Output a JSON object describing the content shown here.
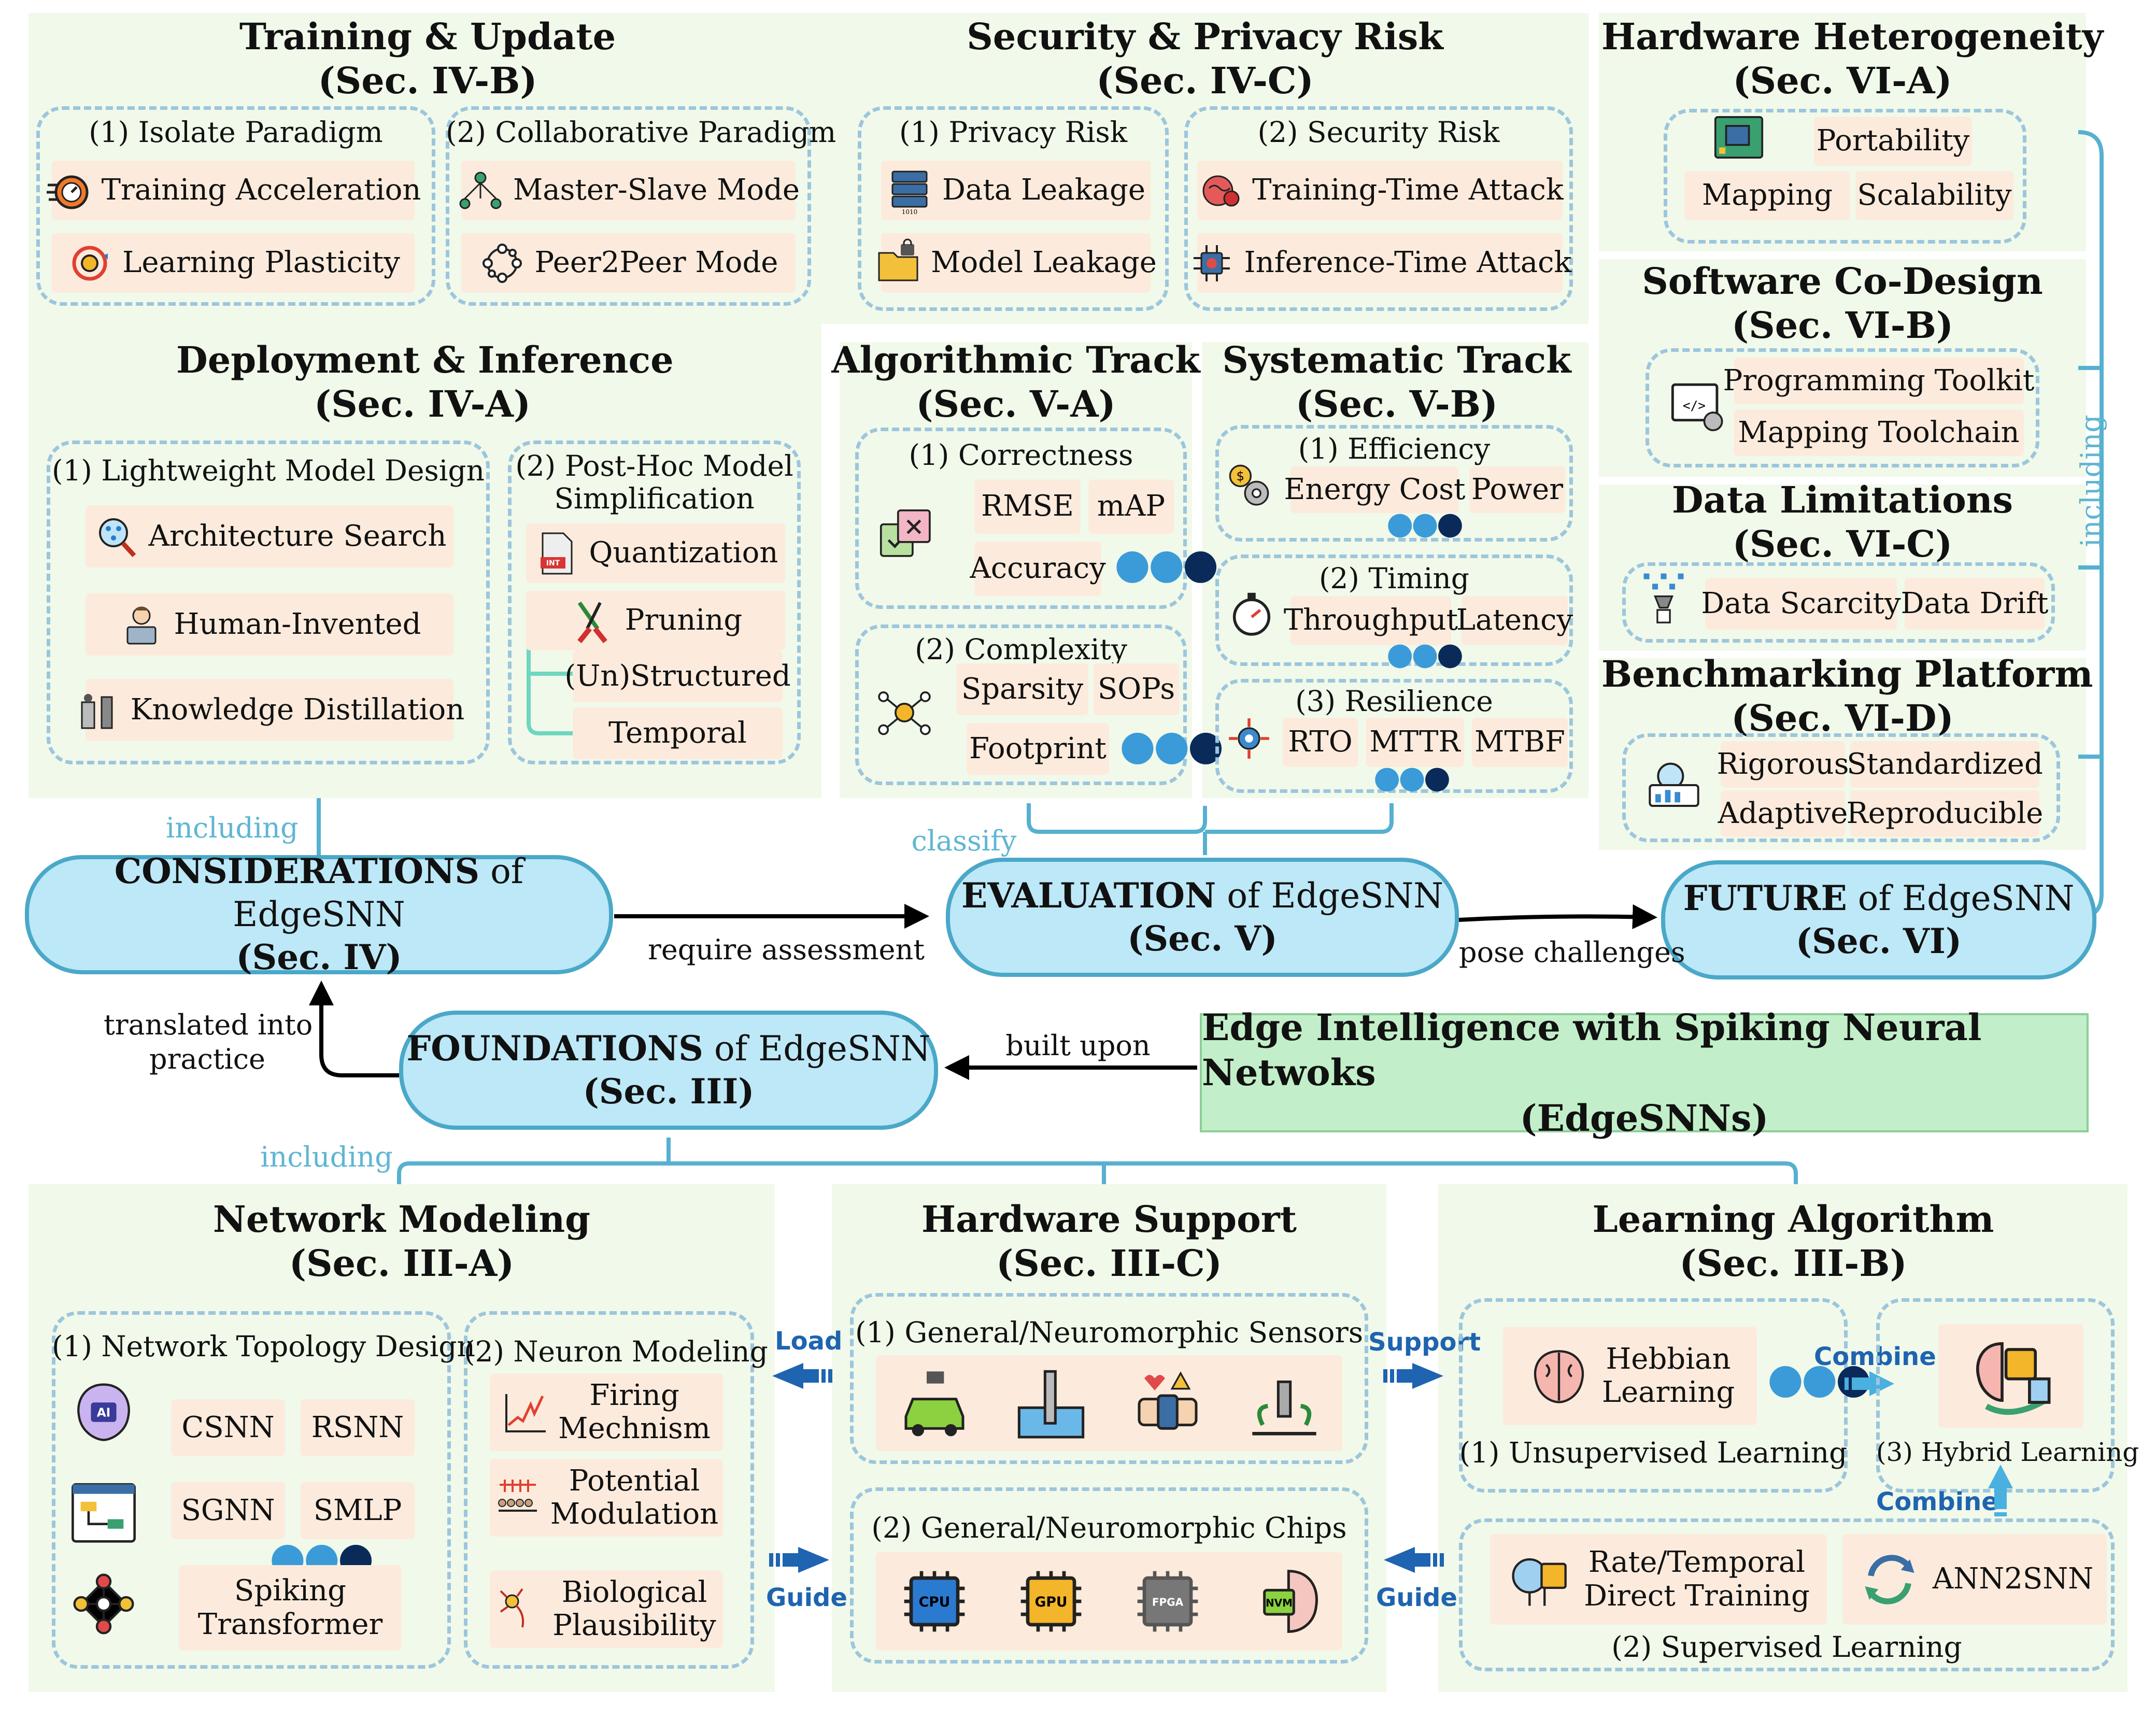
{
  "main_title": [
    "Edge Intelligence with Spiking Neural Netwoks",
    "(EdgeSNNs)"
  ],
  "hubs": {
    "considerations": {
      "bold": "CONSIDERATIONS",
      "rest": " of EdgeSNN",
      "sec": "(Sec. IV)"
    },
    "evaluation": {
      "bold": "EVALUATION",
      "rest": " of EdgeSNN",
      "sec": "(Sec. V)"
    },
    "future": {
      "bold": "FUTURE",
      "rest": " of EdgeSNN",
      "sec": "(Sec. VI)"
    },
    "foundations": {
      "bold": "FOUNDATIONS",
      "rest": " of EdgeSNN",
      "sec": "(Sec. III)"
    }
  },
  "edge_labels": {
    "including_top": "including",
    "classify": "classify",
    "including_right": "including",
    "require": "require assessment",
    "pose": "pose challenges",
    "translated": [
      "translated into",
      "practice"
    ],
    "built_upon": "built upon",
    "including_bottom": "including",
    "load": "Load",
    "guide_left": "Guide",
    "support": "Support",
    "guide_right": "Guide",
    "combine1": "Combine",
    "combine2": "Combine"
  },
  "training": {
    "title": [
      "Training & Update",
      "(Sec. IV-B)"
    ],
    "isolate": "(1) Isolate Paradigm",
    "collab": "(2) Collaborative Paradigm",
    "items": [
      "Training Acceleration",
      "Learning Plasticity",
      "Master-Slave Mode",
      "Peer2Peer Mode"
    ]
  },
  "security": {
    "title": [
      "Security & Privacy Risk",
      "(Sec. IV-C)"
    ],
    "privacy": "(1) Privacy Risk",
    "sec": "(2) Security Risk",
    "items": [
      "Data Leakage",
      "Model Leakage",
      "Training-Time Attack",
      "Inference-Time Attack"
    ]
  },
  "deployment": {
    "title": [
      "Deployment & Inference",
      "(Sec. IV-A)"
    ],
    "light": "(1) Lightweight Model Design",
    "posthoc": [
      "(2) Post-Hoc Model",
      "Simplification"
    ],
    "items": [
      "Architecture Search",
      "Human-Invented",
      "Knowledge Distillation",
      "Quantization",
      "Pruning",
      "(Un)Structured",
      "Temporal"
    ]
  },
  "algorithmic": {
    "title": [
      "Algorithmic Track",
      "(Sec. V-A)"
    ],
    "correct": "(1) Correctness",
    "complex": "(2) Complexity",
    "items": [
      "RMSE",
      "mAP",
      "Accuracy",
      "Sparsity",
      "SOPs",
      "Footprint"
    ]
  },
  "systematic": {
    "title": [
      "Systematic Track",
      "(Sec. V-B)"
    ],
    "eff": "(1) Efficiency",
    "timing": "(2) Timing",
    "resil": "(3) Resilience",
    "items": [
      "Energy Cost",
      "Power",
      "Throughput",
      "Latency",
      "RTO",
      "MTTR",
      "MTBF"
    ]
  },
  "hardware_het": {
    "title": [
      "Hardware Heterogeneity",
      "(Sec. VI-A)"
    ],
    "items": [
      "Portability",
      "Mapping",
      "Scalability"
    ]
  },
  "software": {
    "title": [
      "Software Co-Design",
      "(Sec. VI-B)"
    ],
    "items": [
      "Programming Toolkit",
      "Mapping Toolchain"
    ]
  },
  "datalim": {
    "title": [
      "Data Limitations",
      "(Sec. VI-C)"
    ],
    "items": [
      "Data Scarcity",
      "Data Drift"
    ]
  },
  "bench": {
    "title": [
      "Benchmarking Platform",
      "(Sec. VI-D)"
    ],
    "items": [
      "Rigorous",
      "Standardized",
      "Adaptive",
      "Reproducible"
    ]
  },
  "network": {
    "title": [
      "Network Modeling",
      "(Sec. III-A)"
    ],
    "topo": "(1) Network Topology Design",
    "neuron": "(2) Neuron Modeling",
    "items": [
      "CSNN",
      "RSNN",
      "SGNN",
      "SMLP",
      [
        "Spiking",
        "Transformer"
      ]
    ],
    "neuron_items": [
      [
        "Firing",
        "Mechnism"
      ],
      [
        "Potential",
        "Modulation"
      ],
      [
        "Biological",
        "Plausibility"
      ]
    ],
    "ai_icon_text": "AI"
  },
  "hwsupport": {
    "title": [
      "Hardware Support",
      "(Sec. III-C)"
    ],
    "sensors": "(1) General/Neuromorphic Sensors",
    "chips": "(2) General/Neuromorphic Chips",
    "chip_labels": [
      "CPU",
      "GPU",
      "FPGA",
      "NVM"
    ]
  },
  "learning": {
    "title": [
      "Learning Algorithm",
      "(Sec. III-B)"
    ],
    "hebbian": [
      "Hebbian",
      "Learning"
    ],
    "unsup": "(1) Unsupervised Learning",
    "hybrid": "(3) Hybrid Learning",
    "rate": [
      "Rate/Temporal",
      "Direct Training"
    ],
    "ann2snn": "ANN2SNN",
    "sup": "(2) Supervised Learning"
  },
  "colors": {
    "panel": "#f1f9ea",
    "chip": "#fcebdc",
    "dash": "#9cc6dc",
    "pill": "#bde8f7",
    "pill_border": "#4aa8c8",
    "line": "#56b0d0",
    "accent_text": "#5fb6d2",
    "arrow_blue": "#1e64b0",
    "main_box": "#c2efc9"
  }
}
